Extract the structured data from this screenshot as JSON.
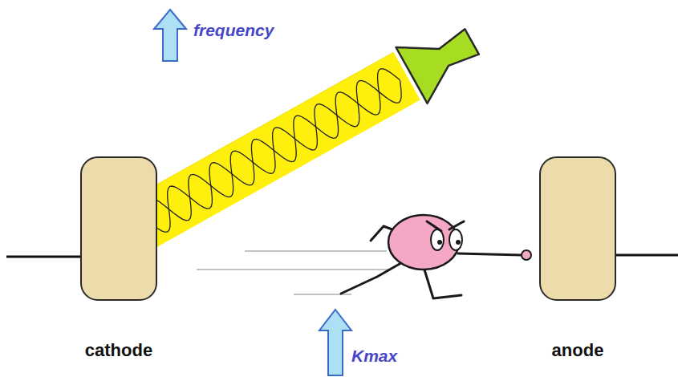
{
  "diagram": {
    "nodes": [
      {
        "text": [
          "cathode"
        ]
      },
      {
        "text": [
          "anode"
        ]
      }
    ],
    "labels": [
      "frequency",
      "Kmax"
    ]
  }
}
